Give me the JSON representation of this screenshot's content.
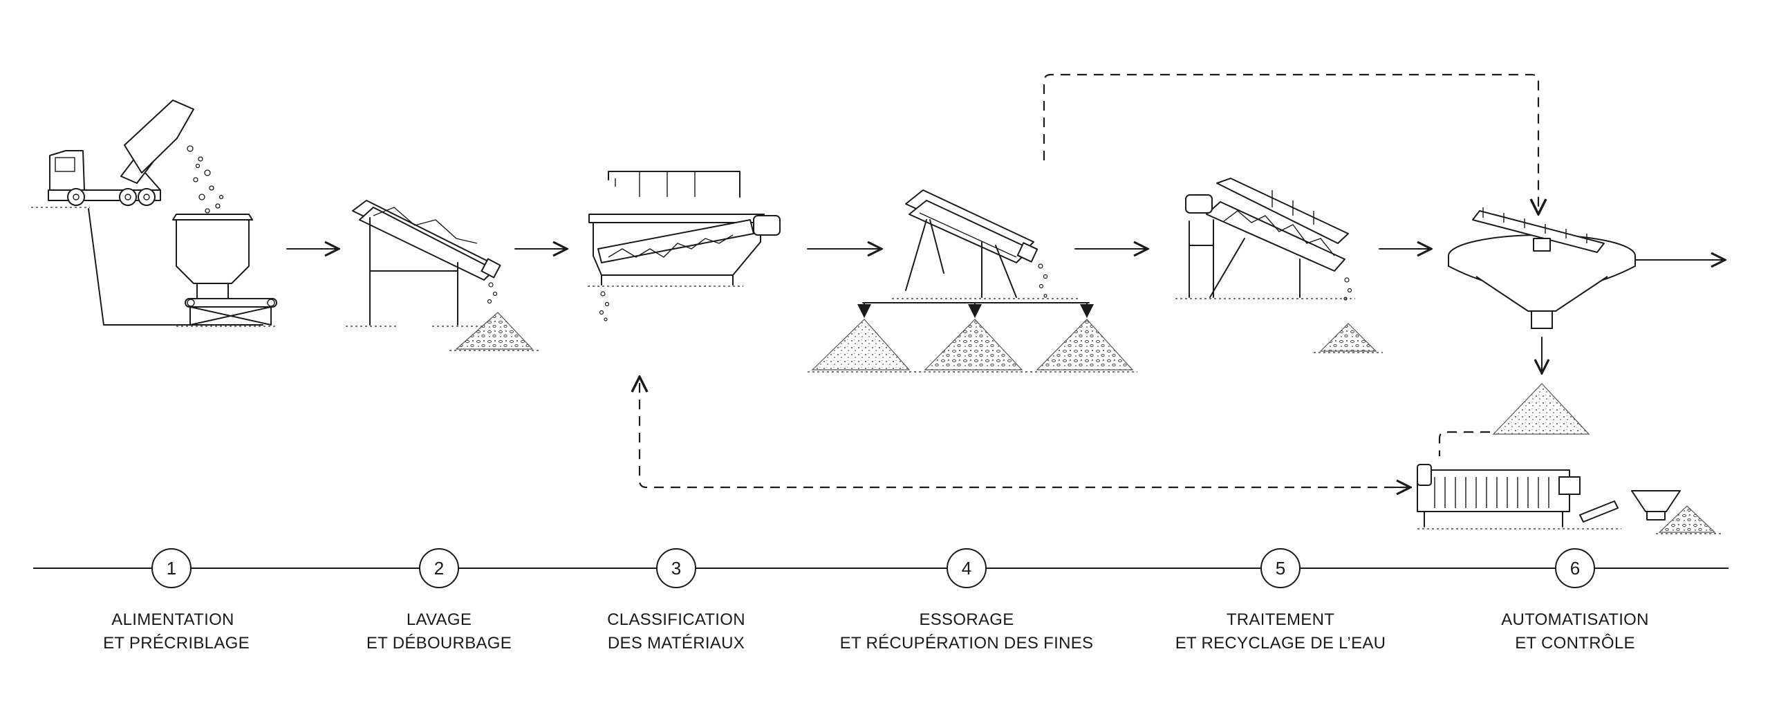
{
  "timeline": {
    "steps": [
      {
        "number": "1",
        "line1": "ALIMENTATION",
        "line2": "ET PRÉCRIBLAGE"
      },
      {
        "number": "2",
        "line1": "LAVAGE",
        "line2": "ET DÉBOURBAGE"
      },
      {
        "number": "3",
        "line1": "CLASSIFICATION",
        "line2": "DES MATÉRIAUX"
      },
      {
        "number": "4",
        "line1": "ESSORAGE",
        "line2": "ET RÉCUPÉRATION DES FINES"
      },
      {
        "number": "5",
        "line1": "TRAITEMENT",
        "line2": "ET RECYCLAGE DE L’EAU"
      },
      {
        "number": "6",
        "line1": "AUTOMATISATION",
        "line2": "ET CONTRÔLE"
      }
    ]
  },
  "equipment": [
    {
      "icon": "dump-truck-icon"
    },
    {
      "icon": "feed-hopper-icon"
    },
    {
      "icon": "washing-screen-icon"
    },
    {
      "icon": "classifier-tank-icon"
    },
    {
      "icon": "dewatering-screen-icon"
    },
    {
      "icon": "log-washer-icon"
    },
    {
      "icon": "thickener-icon"
    },
    {
      "icon": "filter-press-icon"
    }
  ]
}
